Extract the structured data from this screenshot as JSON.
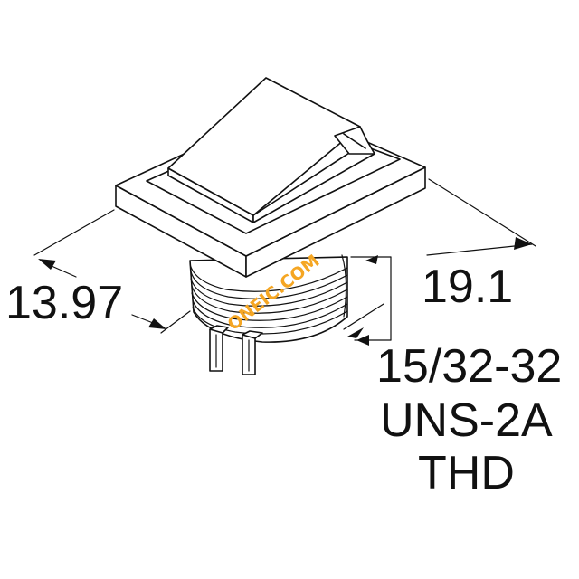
{
  "dimensions": {
    "width_depth": "13.97",
    "length": "19.1",
    "thread_line1": "15/32-32",
    "thread_line2": "UNS-2A",
    "thread_line3": "THD"
  },
  "watermark": {
    "text": "ONEIC.COM",
    "color": "#f5a623"
  },
  "colors": {
    "ink": "#111111",
    "background": "#ffffff"
  }
}
